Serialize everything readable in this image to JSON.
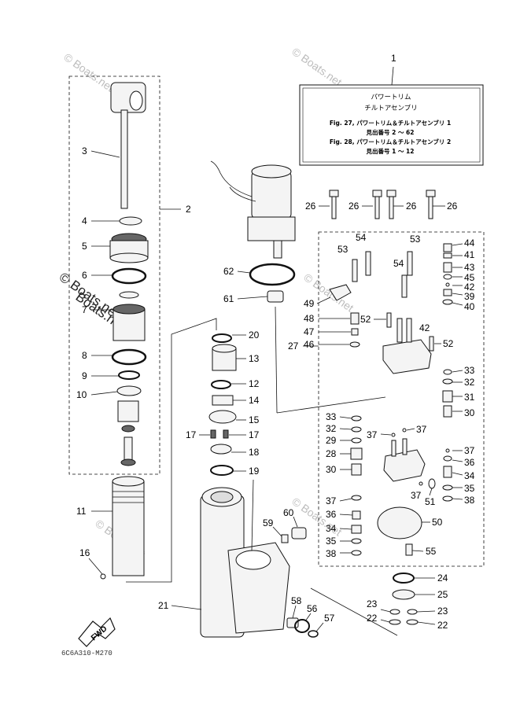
{
  "info_box": {
    "number": "1",
    "line1": "パワートリム",
    "line2": "チルトアセンブリ",
    "line3": "Fig. 27, パワートリム＆チルトアセンブリ 1",
    "line4": "見出番号 2 ～ 62",
    "line5": "Fig. 28, パワートリム＆チルトアセンブリ 2",
    "line6": "見出番号 1 ～ 12"
  },
  "watermarks": {
    "light": "© Boats.net",
    "strong1": "© Boats.net",
    "strong2": "Boats.net"
  },
  "fwd_label": "FWD",
  "drawing_code": "6C6A310-M270",
  "callouts": {
    "c2": "2",
    "c3": "3",
    "c4": "4",
    "c5": "5",
    "c6": "6",
    "c7": "7",
    "c8": "8",
    "c9": "9",
    "c10": "10",
    "c11": "11",
    "c16": "16",
    "c21": "21",
    "c20": "20",
    "c13": "13",
    "c12": "12",
    "c14": "14",
    "c15": "15",
    "c17a": "17",
    "c17b": "17",
    "c18": "18",
    "c19": "19",
    "c62": "62",
    "c61": "61",
    "c59": "59",
    "c60": "60",
    "c58": "58",
    "c56": "56",
    "c57": "57",
    "c27": "27",
    "c26a": "26",
    "c26b": "26",
    "c26c": "26",
    "c26d": "26",
    "c53a": "53",
    "c53b": "53",
    "c54a": "54",
    "c54b": "54",
    "c49": "49",
    "c48": "48",
    "c47": "47",
    "c46": "46",
    "c52a": "52",
    "c52b": "52",
    "c42": "42",
    "c44": "44",
    "c41": "41",
    "c43": "43",
    "c45": "45",
    "c42b": "42",
    "c39": "39",
    "c40": "40",
    "c33a": "33",
    "c32a": "32",
    "c31": "31",
    "c30a": "30",
    "c33b": "33",
    "c32b": "32",
    "c29": "29",
    "c28": "28",
    "c30b": "30",
    "c37a": "37",
    "c37b": "37",
    "c37c": "37",
    "c36a": "36",
    "c34a": "34",
    "c35a": "35",
    "c38a": "38",
    "c37d": "37",
    "c51": "51",
    "c37e": "37",
    "c36b": "36",
    "c34b": "34",
    "c35b": "35",
    "c38b": "38",
    "c50": "50",
    "c55": "55",
    "c24": "24",
    "c25": "25",
    "c23a": "23",
    "c23b": "23",
    "c22a": "22",
    "c22b": "22"
  }
}
